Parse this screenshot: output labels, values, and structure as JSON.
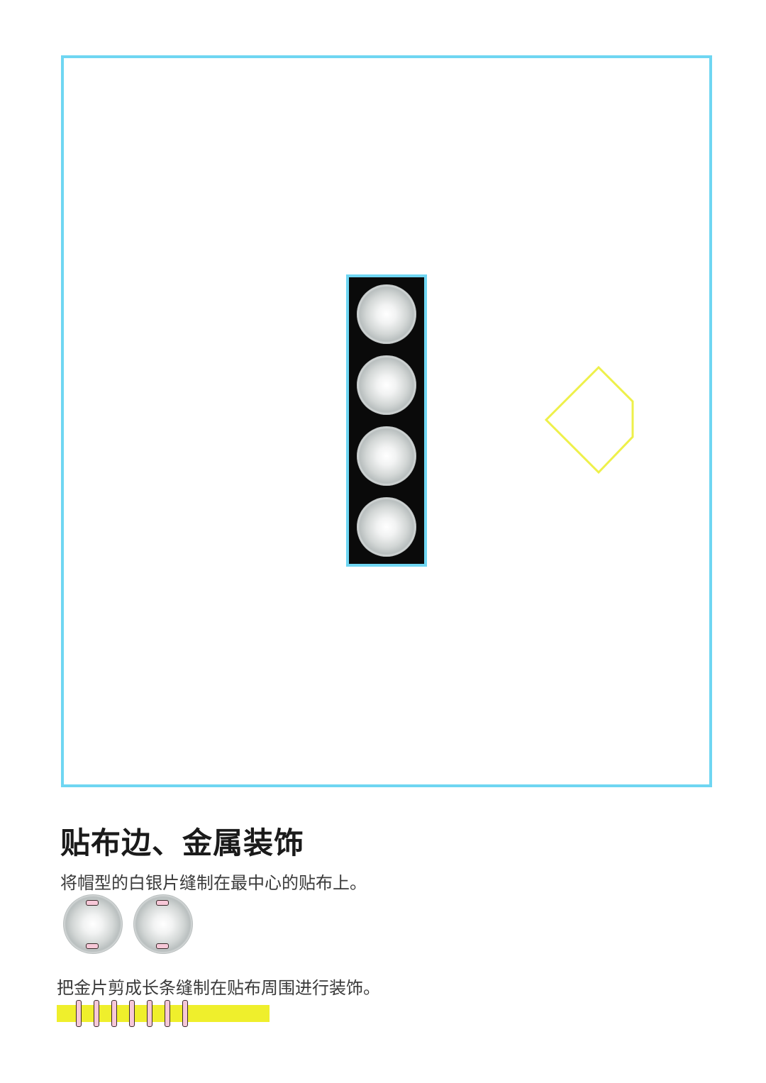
{
  "colors": {
    "frame_border": "#6fd6f2",
    "strip_fill": "#0a0a0a",
    "kite_outline": "#eef04a",
    "band_fill": "#efef2c",
    "stitch_fill": "#f7c8d8"
  },
  "diagram": {
    "strip_bead_count": 4,
    "sample_bead_count": 2,
    "band_stitch_count": 7
  },
  "step": {
    "title": "贴布边、金属装饰",
    "instruction_1": "将帽型的白银片缝制在最中心的贴布上。",
    "instruction_2": "把金片剪成长条缝制在贴布周围进行装饰。"
  }
}
